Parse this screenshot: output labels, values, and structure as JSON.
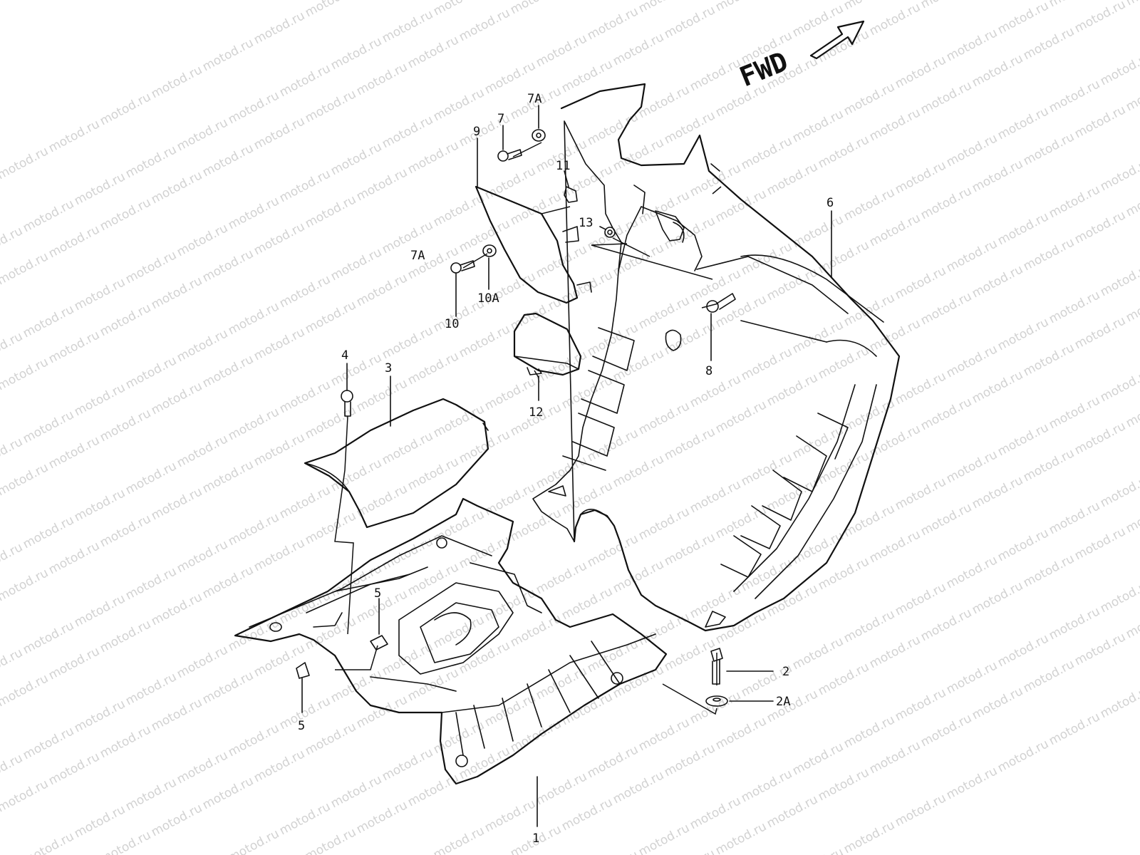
{
  "watermark": "motod.ru",
  "direction_label": "FWD",
  "callouts": [
    "1",
    "2",
    "2A",
    "3",
    "4",
    "5",
    "5",
    "6",
    "7",
    "7A",
    "7A",
    "8",
    "9",
    "10",
    "10A",
    "11",
    "12",
    "13"
  ],
  "colors": {
    "line": "#111111",
    "watermark": "#d2d2d2",
    "background": "#ffffff"
  }
}
